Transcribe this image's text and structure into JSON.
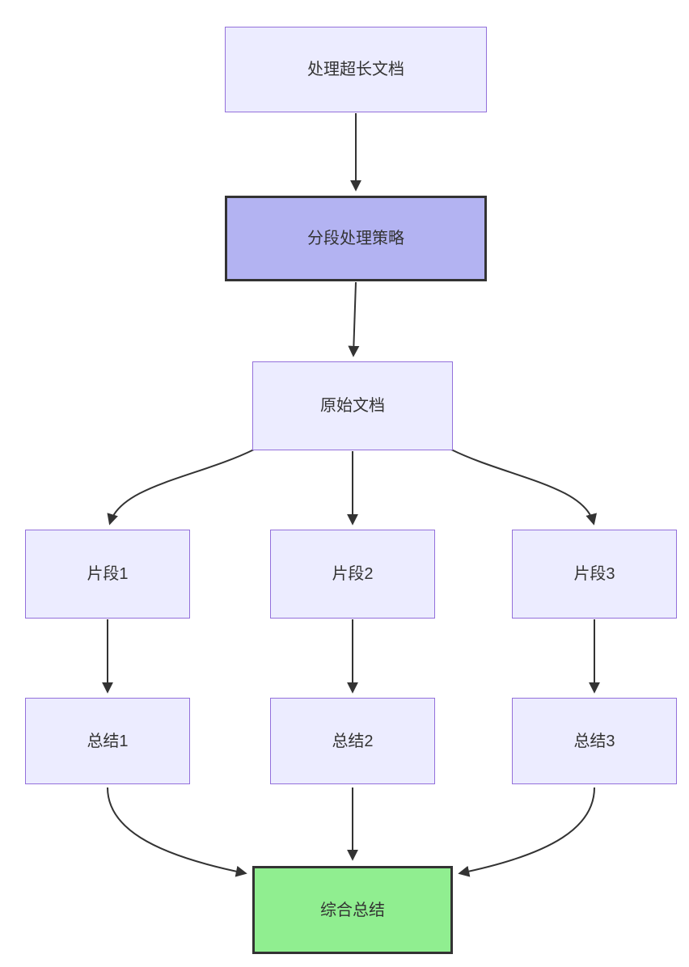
{
  "diagram": {
    "type": "flowchart",
    "direction": "top-down",
    "nodes": {
      "start": {
        "label": "处理超长文档",
        "style": "default"
      },
      "strategy": {
        "label": "分段处理策略",
        "style": "emphasis"
      },
      "doc": {
        "label": "原始文档",
        "style": "default"
      },
      "seg1": {
        "label": "片段1",
        "style": "default"
      },
      "seg2": {
        "label": "片段2",
        "style": "default"
      },
      "seg3": {
        "label": "片段3",
        "style": "default"
      },
      "sum1": {
        "label": "总结1",
        "style": "default"
      },
      "sum2": {
        "label": "总结2",
        "style": "default"
      },
      "sum3": {
        "label": "总结3",
        "style": "default"
      },
      "final": {
        "label": "综合总结",
        "style": "success"
      }
    },
    "edges": [
      {
        "from": "start",
        "to": "strategy"
      },
      {
        "from": "strategy",
        "to": "doc"
      },
      {
        "from": "doc",
        "to": "seg1"
      },
      {
        "from": "doc",
        "to": "seg2"
      },
      {
        "from": "doc",
        "to": "seg3"
      },
      {
        "from": "seg1",
        "to": "sum1"
      },
      {
        "from": "seg2",
        "to": "sum2"
      },
      {
        "from": "seg3",
        "to": "sum3"
      },
      {
        "from": "sum1",
        "to": "final"
      },
      {
        "from": "sum2",
        "to": "final"
      },
      {
        "from": "sum3",
        "to": "final"
      }
    ],
    "colors": {
      "node_fill": "#ECECFF",
      "node_border": "#9370DB",
      "emphasis_fill": "#B3B3F2",
      "emphasis_border": "#333333",
      "success_fill": "#90EE90",
      "success_border": "#333333",
      "edge_color": "#333333",
      "text_color": "#333333",
      "canvas_bg": "#FFFFFF"
    }
  }
}
